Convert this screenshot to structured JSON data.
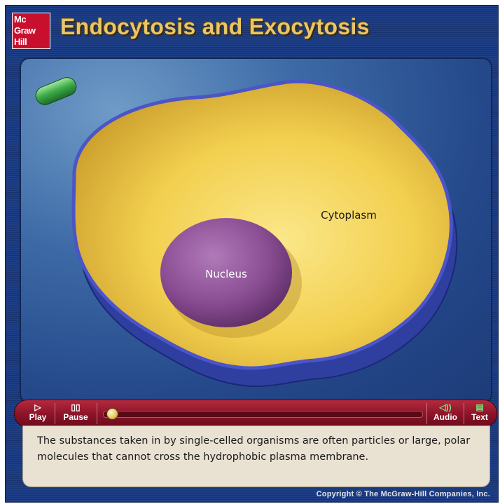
{
  "header": {
    "logo": {
      "line1": "Mc",
      "line2": "Graw",
      "line3": "Hill"
    },
    "title": "Endocytosis and Exocytosis"
  },
  "stage": {
    "labels": {
      "cytoplasm": "Cytoplasm",
      "nucleus": "Nucleus"
    },
    "colors": {
      "background": "#2a528f",
      "cytoplasm": "#f2cf4e",
      "membrane": "#3f48b0",
      "nucleus": "#8a4d93",
      "particle": "#3fae4a"
    }
  },
  "controls": {
    "play": {
      "icon": "play-icon",
      "label": "Play"
    },
    "pause": {
      "icon": "pause-icon",
      "label": "Pause"
    },
    "audio": {
      "icon": "speaker-icon",
      "label": "Audio"
    },
    "text": {
      "icon": "text-icon",
      "label": "Text"
    },
    "progress": 0.0
  },
  "caption": {
    "text": "The substances taken in by single-celled organisms are often particles or large, polar molecules that cannot cross the hydrophobic plasma membrane."
  },
  "footer": {
    "copyright": "Copyright © The McGraw-Hill Companies, Inc."
  }
}
